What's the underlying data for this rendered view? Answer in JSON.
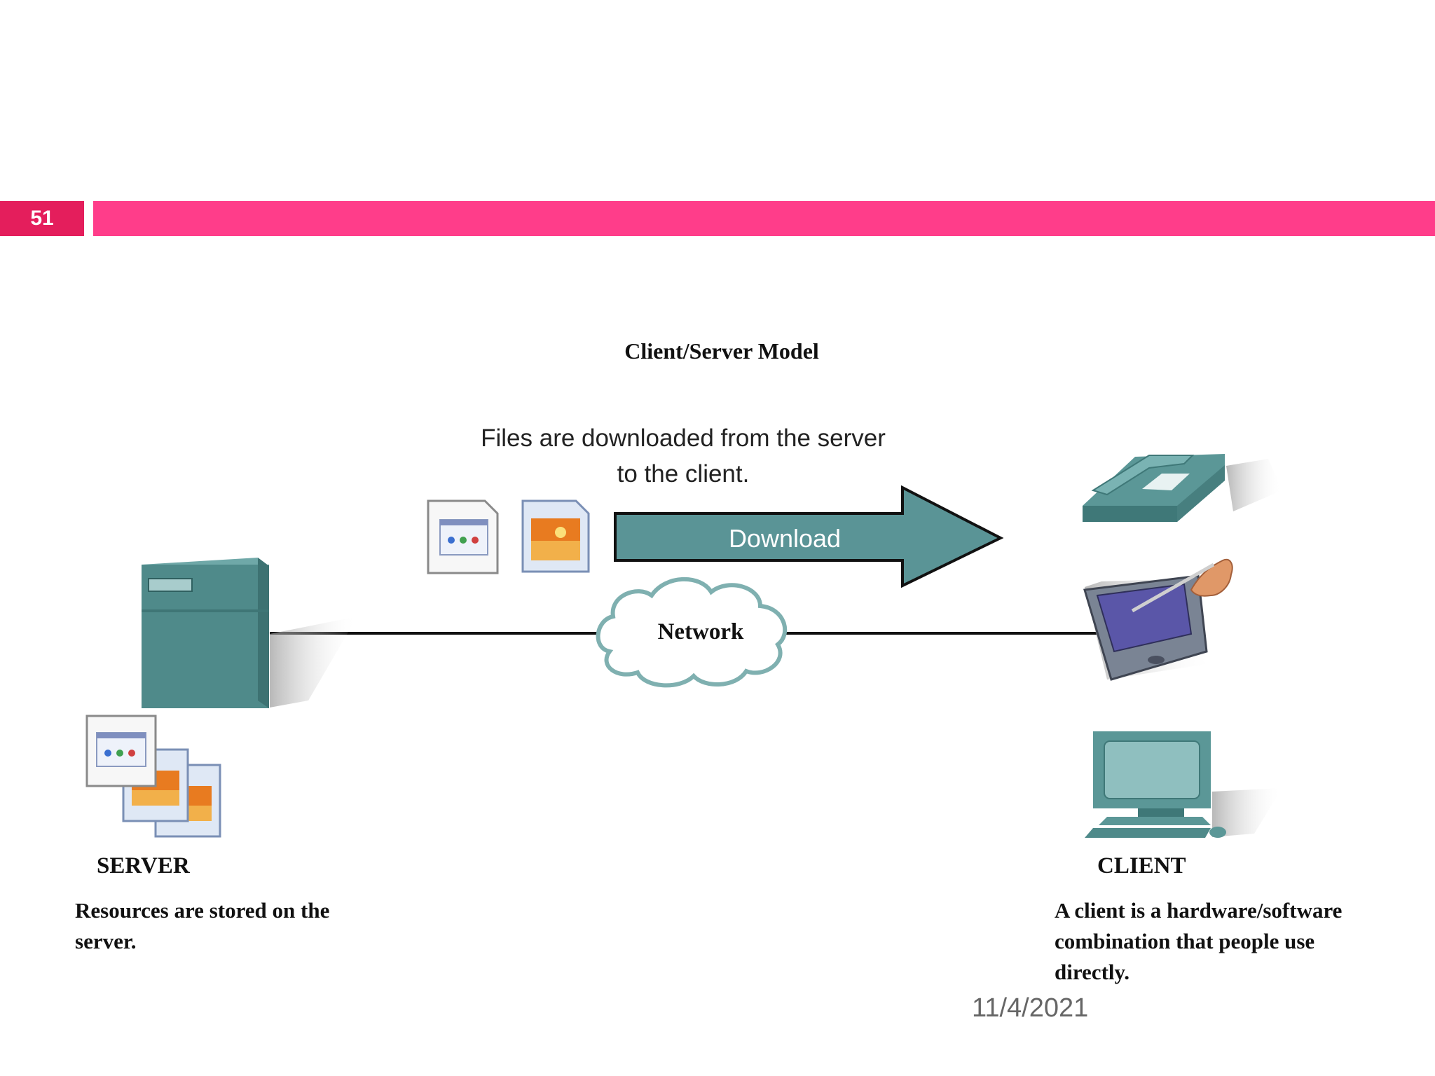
{
  "slide": {
    "number": "51",
    "date": "11/4/2021"
  },
  "colors": {
    "header_bar": "#ff3d8a",
    "slide_number_bg": "#e41e5c",
    "device_teal": "#4f8c8c",
    "arrow_teal": "#5a9496"
  },
  "diagram": {
    "title": "Client/Server Model",
    "caption": "Files are downloaded from the server to the client.",
    "arrow_label": "Download",
    "network_label": "Network",
    "server": {
      "label": "SERVER",
      "description": "Resources are stored on the server."
    },
    "client": {
      "label": "CLIENT",
      "description": "A client is a hardware/software combination that people use directly."
    }
  }
}
